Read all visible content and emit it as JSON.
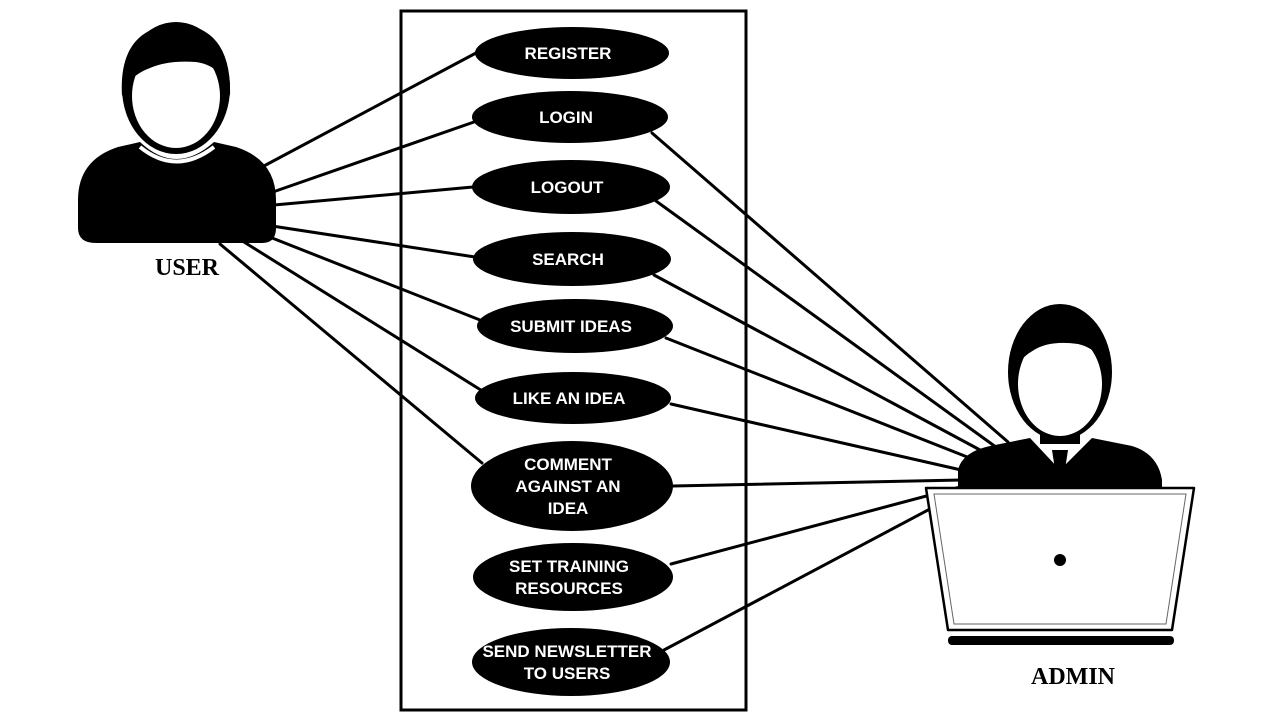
{
  "actors": {
    "user": {
      "label": "USER",
      "icon": "user-person-icon"
    },
    "admin": {
      "label": "ADMIN",
      "icon": "admin-with-laptop-icon"
    }
  },
  "use_cases": [
    {
      "id": "register",
      "lines": [
        "REGISTER"
      ],
      "actors": [
        "user"
      ]
    },
    {
      "id": "login",
      "lines": [
        "LOGIN"
      ],
      "actors": [
        "user",
        "admin"
      ]
    },
    {
      "id": "logout",
      "lines": [
        "LOGOUT"
      ],
      "actors": [
        "user",
        "admin"
      ]
    },
    {
      "id": "search",
      "lines": [
        "SEARCH"
      ],
      "actors": [
        "user",
        "admin"
      ]
    },
    {
      "id": "submit-ideas",
      "lines": [
        "SUBMIT IDEAS"
      ],
      "actors": [
        "user",
        "admin"
      ]
    },
    {
      "id": "like-an-idea",
      "lines": [
        "LIKE AN IDEA"
      ],
      "actors": [
        "user",
        "admin"
      ]
    },
    {
      "id": "comment-against-an-idea",
      "lines": [
        "COMMENT",
        "AGAINST AN",
        "IDEA"
      ],
      "actors": [
        "user",
        "admin"
      ]
    },
    {
      "id": "set-training-resources",
      "lines": [
        "SET TRAINING",
        "RESOURCES"
      ],
      "actors": [
        "admin"
      ]
    },
    {
      "id": "send-newsletter-to-users",
      "lines": [
        "SEND NEWSLETTER",
        "TO USERS"
      ],
      "actors": [
        "admin"
      ]
    }
  ],
  "colors": {
    "ink": "#000000",
    "paper": "#ffffff"
  }
}
